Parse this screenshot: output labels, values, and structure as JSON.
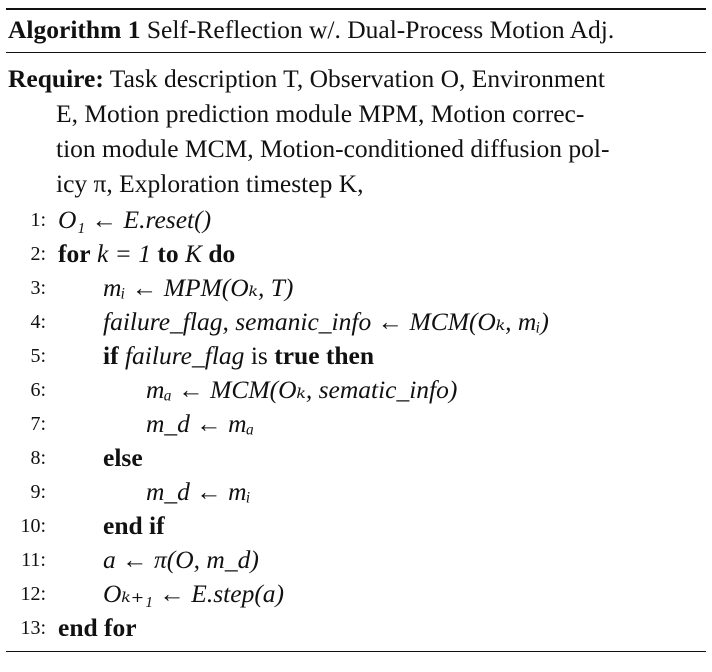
{
  "algorithm": {
    "label": "Algorithm 1",
    "title": "Self-Reflection w/. Dual-Process Motion Adj."
  },
  "require": {
    "keyword": "Require:",
    "lines": [
      "Task description T, Observation O, Environment",
      "E, Motion prediction module MPM, Motion correc-",
      "tion module MCM, Motion-conditioned diffusion pol-",
      "icy π, Exploration timestep K,"
    ]
  },
  "steps": [
    {
      "num": "1:",
      "text": "O₁ ← E.reset()"
    },
    {
      "num": "2:",
      "kw1": "for",
      "text": "k = 1",
      "kw2": "to",
      "text2": "K",
      "kw3": "do"
    },
    {
      "num": "3:",
      "text": "mᵢ ← MPM(Oₖ, T)"
    },
    {
      "num": "4:",
      "text": "failure_flag, semanic_info ← MCM(Oₖ, mᵢ)"
    },
    {
      "num": "5:",
      "kw1": "if",
      "text": "failure_flag",
      "kw2": "is",
      "kw3": "true then"
    },
    {
      "num": "6:",
      "text": "mₐ ← MCM(Oₖ, sematic_info)"
    },
    {
      "num": "7:",
      "text": "m_d ← mₐ"
    },
    {
      "num": "8:",
      "kw1": "else"
    },
    {
      "num": "9:",
      "text": "m_d ← mᵢ"
    },
    {
      "num": "10:",
      "kw1": "end if"
    },
    {
      "num": "11:",
      "text": "a ← π(O, m_d)"
    },
    {
      "num": "12:",
      "text": "Oₖ₊₁ ← E.step(a)"
    },
    {
      "num": "13:",
      "kw1": "end for"
    }
  ]
}
